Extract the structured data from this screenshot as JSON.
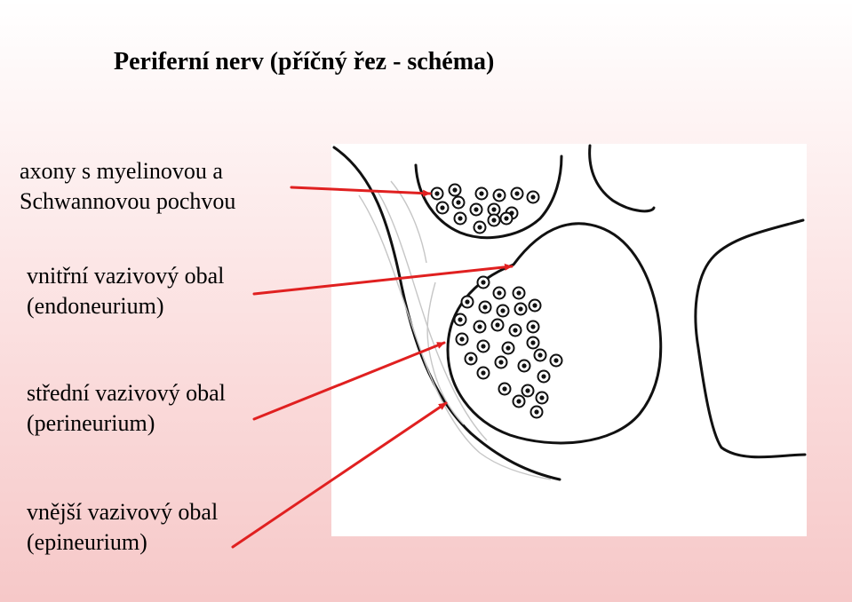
{
  "title": "Periferní nerv (příčný řez - schéma)",
  "labels": {
    "axons": {
      "line1": "axony s myelinovou a",
      "line2": "Schwannovou pochvou"
    },
    "endoneurium": {
      "line1": "vnitřní vazivový obal",
      "line2": "(endoneurium)"
    },
    "perineurium": {
      "line1": "střední vazivový obal",
      "line2": "(perineurium)"
    },
    "epineurium": {
      "line1": "vnější vazivový obal",
      "line2": "(epineurium)"
    }
  },
  "colors": {
    "arrow": "#e02020",
    "outline": "#111111"
  }
}
